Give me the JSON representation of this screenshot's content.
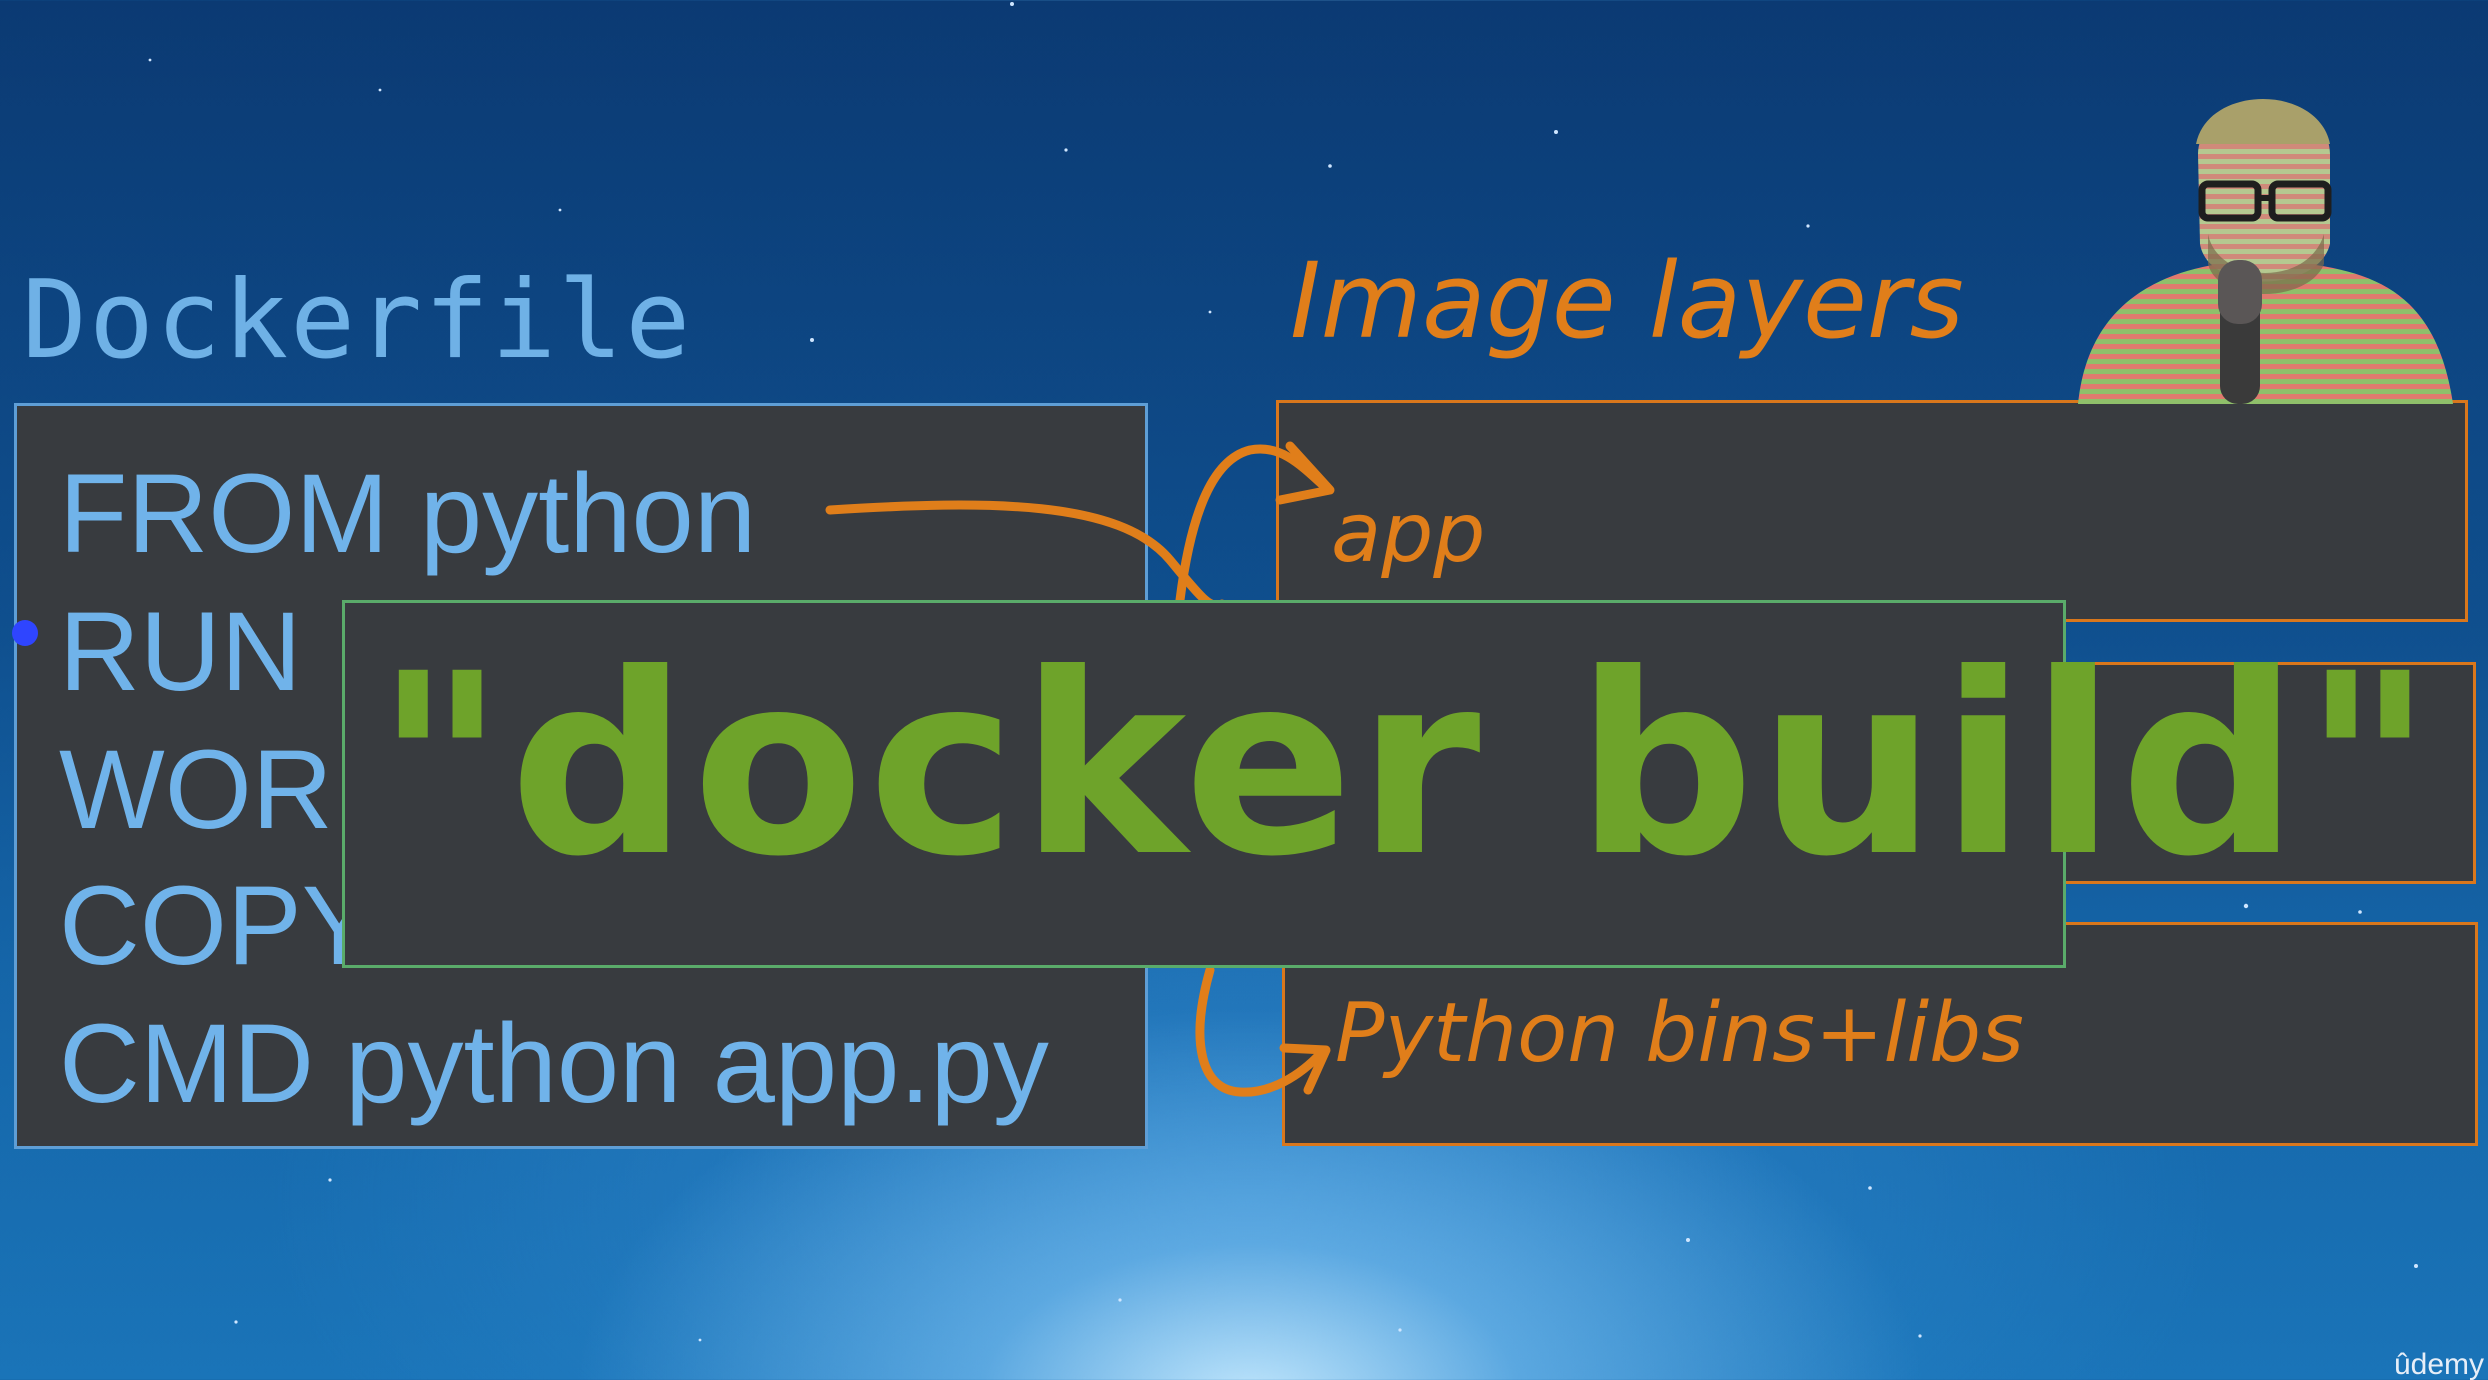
{
  "dockerfile": {
    "title": "Dockerfile",
    "instructions": [
      "FROM python",
      "RUN",
      "WOR",
      "COPY",
      "CMD python app.py"
    ]
  },
  "image_layers": {
    "title": "Image layers",
    "layers": [
      "app",
      "",
      "Python bins+libs"
    ]
  },
  "overlay": {
    "text": "\"docker build\""
  },
  "watermark": "ûdemy",
  "colors": {
    "dockerfile_text": "#70b3ea",
    "layers_text": "#e07e1a",
    "overlay_text": "#6ea32a",
    "panel_bg": "#383b3f",
    "pointer": "#2f45ff"
  }
}
